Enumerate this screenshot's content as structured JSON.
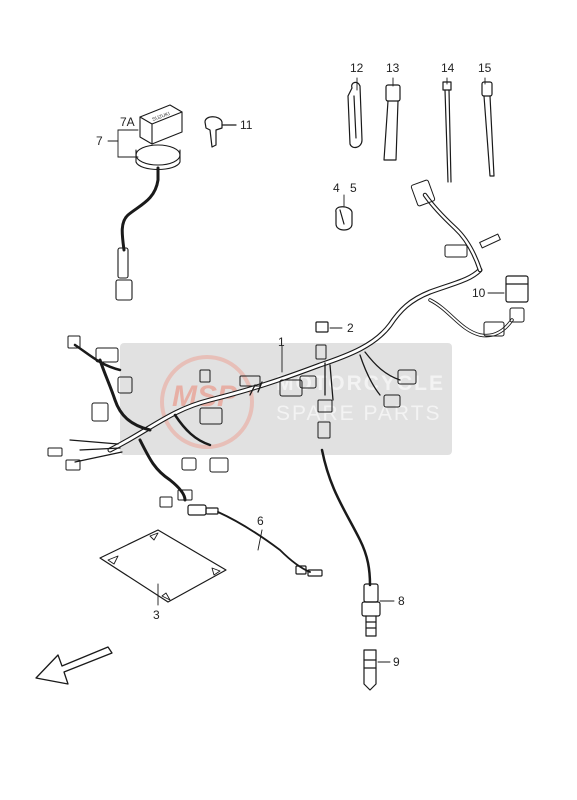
{
  "callouts": {
    "c1": "1",
    "c2": "2",
    "c3": "3",
    "c4": "4",
    "c5": "5",
    "c6": "6",
    "c7": "7",
    "c7a": "7A",
    "c8": "8",
    "c9": "9",
    "c10": "10",
    "c11": "11",
    "c12": "12",
    "c13": "13",
    "c14": "14",
    "c15": "15"
  },
  "watermark": {
    "logo_text": "MSP",
    "brand_top": "MOTORCYCLE",
    "brand_bottom": "SPARE PARTS",
    "band_color": "#d9d9d9",
    "logo_color": "#e58a7c"
  },
  "key_cylinder_stamp": "SUZUKI"
}
